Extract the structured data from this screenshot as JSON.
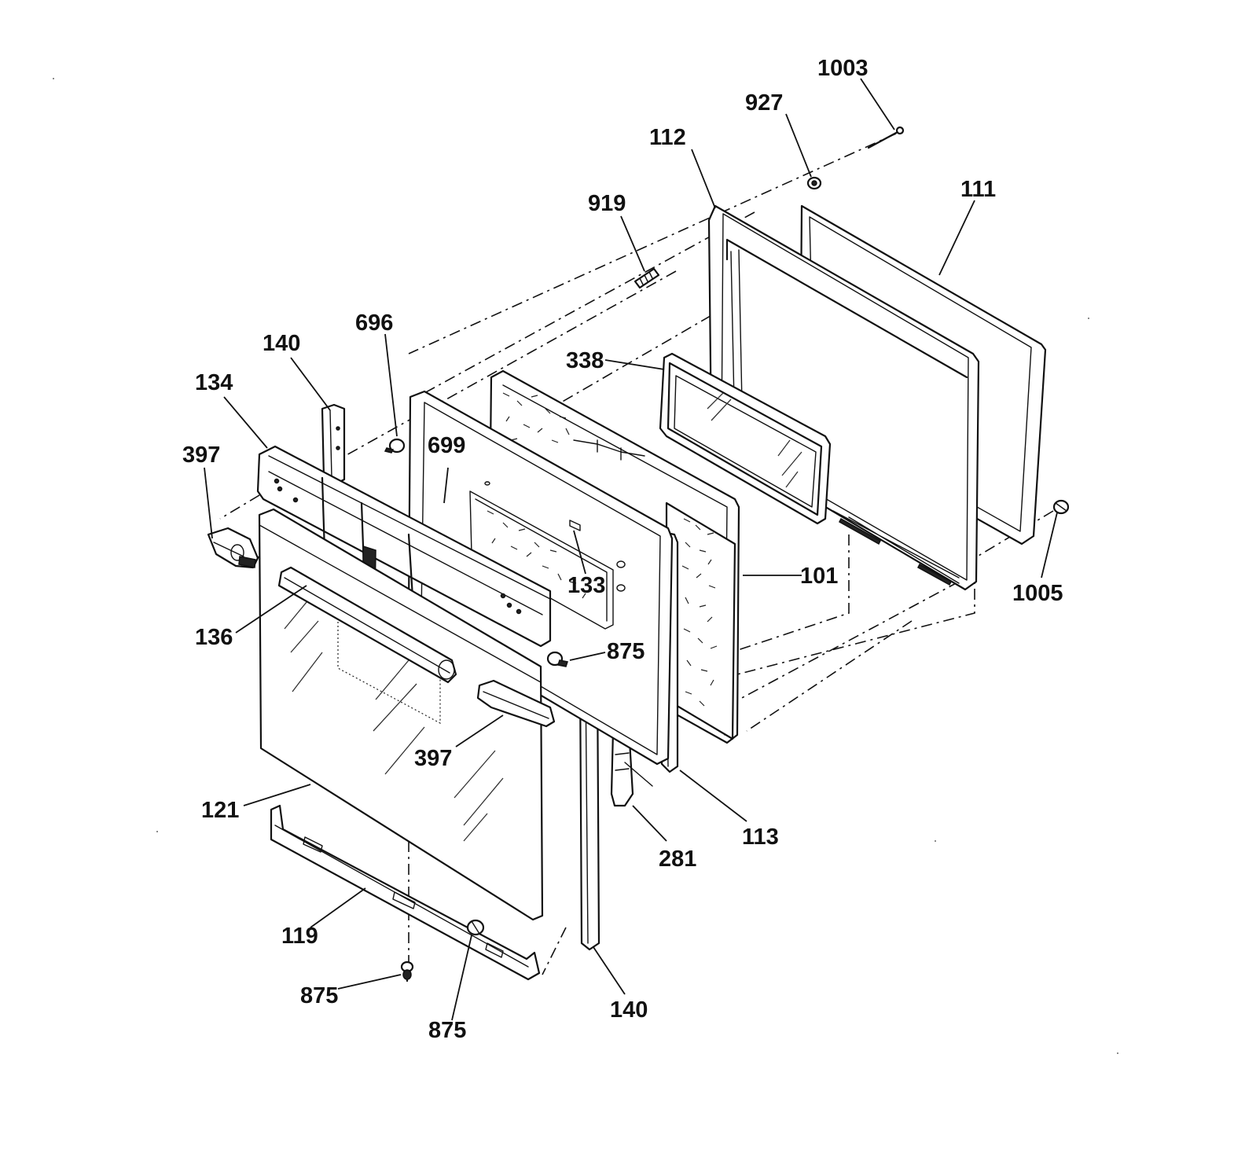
{
  "diagram": {
    "labels": {
      "p1003": "1003",
      "p927": "927",
      "p112": "112",
      "p111": "111",
      "p919": "919",
      "p696": "696",
      "p140_top": "140",
      "p338": "338",
      "p134": "134",
      "p397_left": "397",
      "p699": "699",
      "p133": "133",
      "p101": "101",
      "p1005": "1005",
      "p136": "136",
      "p875_mid": "875",
      "p397_handle": "397",
      "p121": "121",
      "p113": "113",
      "p281": "281",
      "p119": "119",
      "p875_bottom_left": "875",
      "p875_bottom": "875",
      "p140_bottom": "140"
    }
  }
}
